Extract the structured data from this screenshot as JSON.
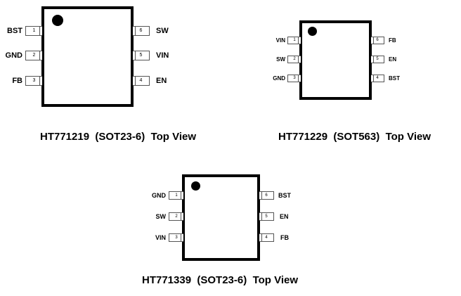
{
  "packages": [
    {
      "caption": "HT771219  (SOT23-6)  Top View",
      "part": "HT771219",
      "package": "SOT23-6",
      "left_pins": [
        {
          "num": "1",
          "name": "BST"
        },
        {
          "num": "2",
          "name": "GND"
        },
        {
          "num": "3",
          "name": "FB"
        }
      ],
      "right_pins": [
        {
          "num": "6",
          "name": "SW"
        },
        {
          "num": "5",
          "name": "VIN"
        },
        {
          "num": "4",
          "name": "EN"
        }
      ]
    },
    {
      "caption": "HT771229  (SOT563)  Top View",
      "part": "HT771229",
      "package": "SOT563",
      "left_pins": [
        {
          "num": "1",
          "name": "VIN"
        },
        {
          "num": "2",
          "name": "SW"
        },
        {
          "num": "3",
          "name": "GND"
        }
      ],
      "right_pins": [
        {
          "num": "6",
          "name": "FB"
        },
        {
          "num": "5",
          "name": "EN"
        },
        {
          "num": "4",
          "name": "BST"
        }
      ]
    },
    {
      "caption": "HT771339  (SOT23-6)  Top View",
      "part": "HT771339",
      "package": "SOT23-6",
      "left_pins": [
        {
          "num": "1",
          "name": "GND"
        },
        {
          "num": "2",
          "name": "SW"
        },
        {
          "num": "3",
          "name": "VIN"
        }
      ],
      "right_pins": [
        {
          "num": "6",
          "name": "BST"
        },
        {
          "num": "5",
          "name": "EN"
        },
        {
          "num": "4",
          "name": "FB"
        }
      ]
    }
  ]
}
